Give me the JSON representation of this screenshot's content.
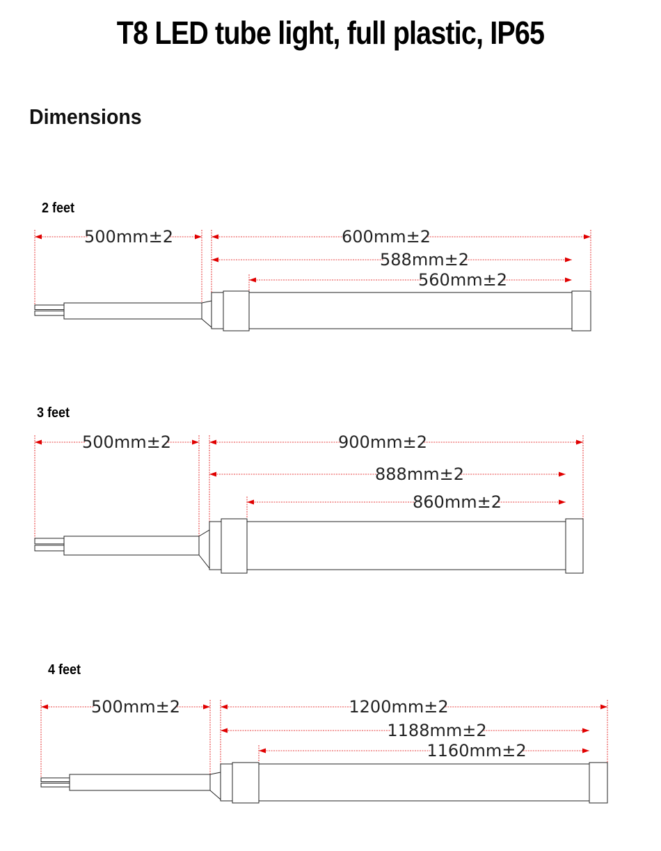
{
  "page": {
    "title": "T8 LED tube light, full plastic, IP65",
    "section_heading": "Dimensions"
  },
  "variants": [
    {
      "id": "2ft",
      "label": "2 feet",
      "dimensions": {
        "cable": "500mm±2",
        "overall": "600mm±2",
        "tube": "588mm±2",
        "body": "560mm±2"
      }
    },
    {
      "id": "3ft",
      "label": "3 feet",
      "dimensions": {
        "cable": "500mm±2",
        "overall": "900mm±2",
        "tube": "888mm±2",
        "body": "860mm±2"
      }
    },
    {
      "id": "4ft",
      "label": "4 feet",
      "dimensions": {
        "cable": "500mm±2",
        "overall": "1200mm±2",
        "tube": "1188mm±2",
        "body": "1160mm±2"
      }
    }
  ],
  "colors": {
    "dimension_arrow": "#e00000",
    "outline": "#222222",
    "text": "#000000"
  }
}
